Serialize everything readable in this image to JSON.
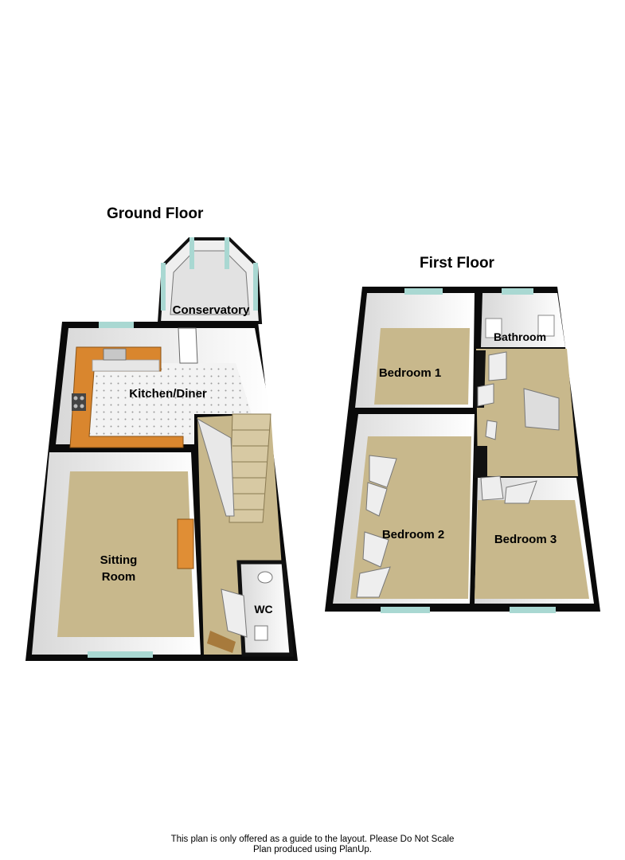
{
  "floors": {
    "ground": {
      "title": "Ground Floor",
      "rooms": {
        "conservatory": "Conservatory",
        "kitchen": "Kitchen/Diner",
        "sitting_line1": "Sitting",
        "sitting_line2": "Room",
        "wc": "WC"
      }
    },
    "first": {
      "title": "First Floor",
      "rooms": {
        "bathroom": "Bathroom",
        "bedroom1": "Bedroom 1",
        "bedroom2": "Bedroom 2",
        "bedroom3": "Bedroom 3"
      }
    }
  },
  "footer": {
    "line1": "This plan is only offered as a guide to the layout. Please Do Not Scale",
    "line2": "Plan produced using PlanUp."
  },
  "colors": {
    "wall": "#0a0a0a",
    "carpet": "#c8b88c",
    "kitchen_floor": "#f2f2f2",
    "worktop": "#d9862e",
    "window": "#a9d8d2",
    "stairs": "#d7c9a3"
  }
}
